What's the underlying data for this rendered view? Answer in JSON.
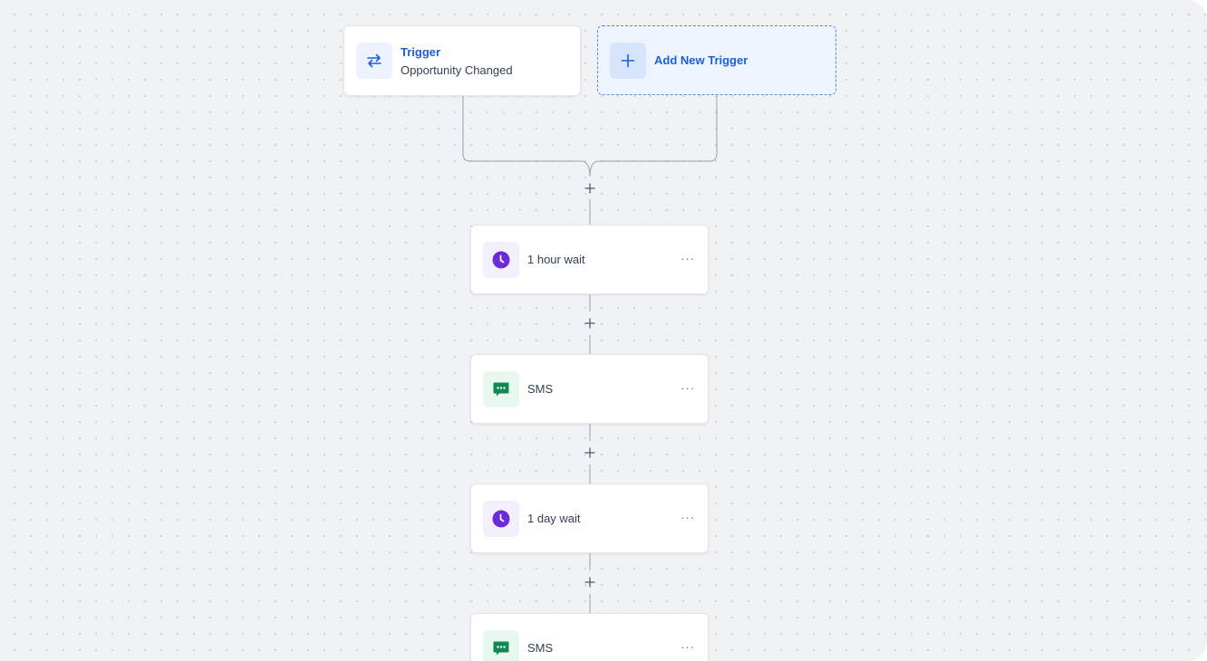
{
  "trigger": {
    "title": "Trigger",
    "subtitle": "Opportunity Changed",
    "icon": "swap-arrows-icon",
    "accent": "#1e5ed6"
  },
  "add_trigger": {
    "label": "Add New Trigger",
    "icon": "plus-icon"
  },
  "steps": [
    {
      "type": "wait",
      "label": "1 hour wait",
      "icon": "clock-icon",
      "color": "#6c2bd9"
    },
    {
      "type": "sms",
      "label": "SMS",
      "icon": "chat-bubble-icon",
      "color": "#0e8a52"
    },
    {
      "type": "wait",
      "label": "1 day wait",
      "icon": "clock-icon",
      "color": "#6c2bd9"
    },
    {
      "type": "sms",
      "label": "SMS",
      "icon": "chat-bubble-icon",
      "color": "#0e8a52"
    }
  ],
  "menu_label": "···"
}
